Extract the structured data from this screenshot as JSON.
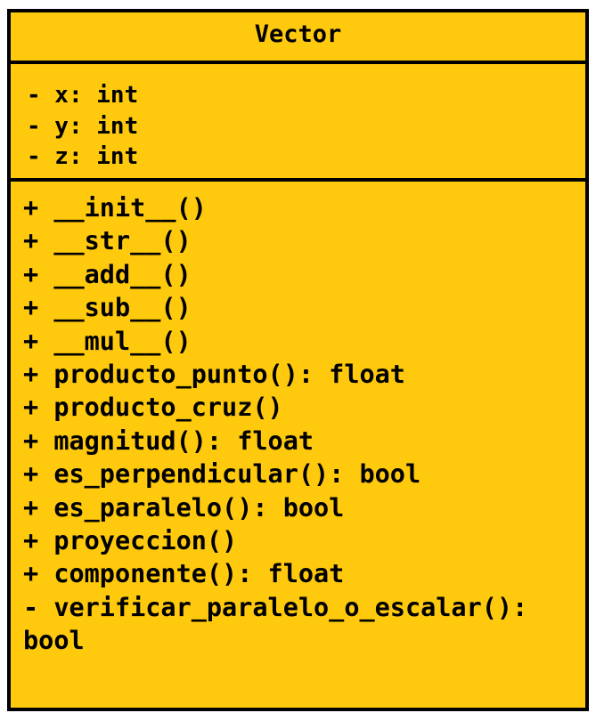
{
  "class": {
    "name": "Vector",
    "attributes": [
      "- x: int",
      "- y: int",
      "- z: int"
    ],
    "methods": [
      "+ __init__()",
      "+ __str__()",
      "+ __add__()",
      "+ __sub__()",
      "+ __mul__()",
      "+ producto_punto(): float",
      "+ producto_cruz()",
      "+ magnitud(): float",
      "+ es_perpendicular(): bool",
      "+ es_paralelo(): bool",
      "+ proyeccion()",
      "+ componente(): float",
      "- verificar_paralelo_o_escalar():",
      "bool"
    ]
  },
  "colors": {
    "fill": "#ffc90e",
    "border": "#000000",
    "text": "#000000"
  }
}
